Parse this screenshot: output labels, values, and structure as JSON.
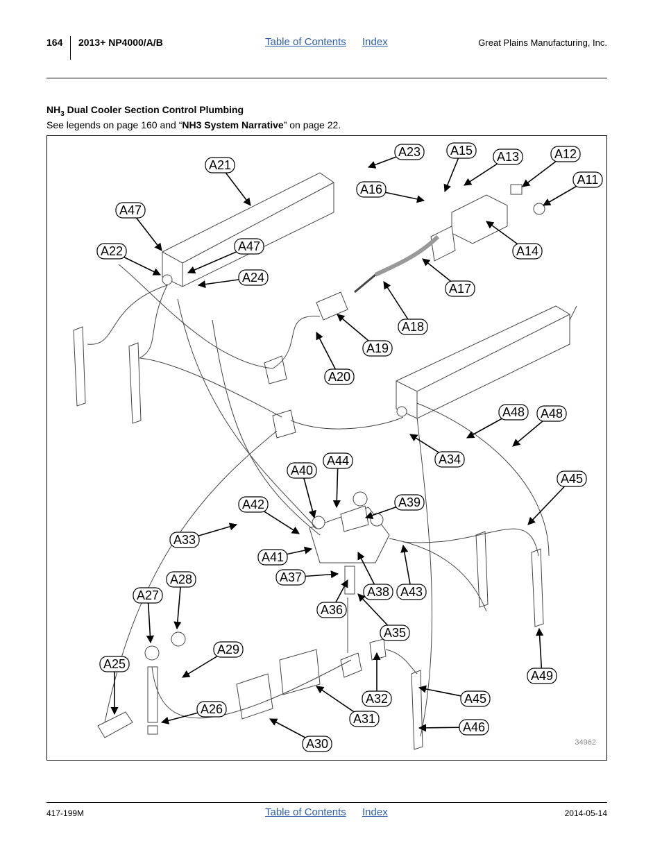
{
  "header": {
    "page_number": "164",
    "model": "2013+ NP4000/A/B",
    "toc_link": "Table of Contents",
    "index_link": "Index",
    "company": "Great Plains Manufacturing, Inc."
  },
  "section": {
    "title_main": "NH",
    "title_sub": "3",
    "title_rest": " Dual Cooler Section Control Plumbing",
    "subtitle_pre": "See legends on page 160 and “",
    "subtitle_bold": "NH3 System Narrative",
    "subtitle_post": "” on page 22."
  },
  "figure": {
    "figure_number": "34962",
    "callouts": [
      "A23",
      "A15",
      "A13",
      "A12",
      "A21",
      "A16",
      "A11",
      "A47",
      "A47",
      "A22",
      "A24",
      "A14",
      "A17",
      "A18",
      "A19",
      "A20",
      "A48",
      "A48",
      "A34",
      "A44",
      "A40",
      "A45",
      "A39",
      "A42",
      "A33",
      "A41",
      "A37",
      "A38",
      "A43",
      "A28",
      "A36",
      "A27",
      "A35",
      "A29",
      "A25",
      "A49",
      "A32",
      "A45",
      "A26",
      "A31",
      "A46",
      "A30"
    ]
  },
  "footer": {
    "doc_number": "417-199M",
    "toc_link": "Table of Contents",
    "index_link": "Index",
    "date": "2014-05-14"
  }
}
